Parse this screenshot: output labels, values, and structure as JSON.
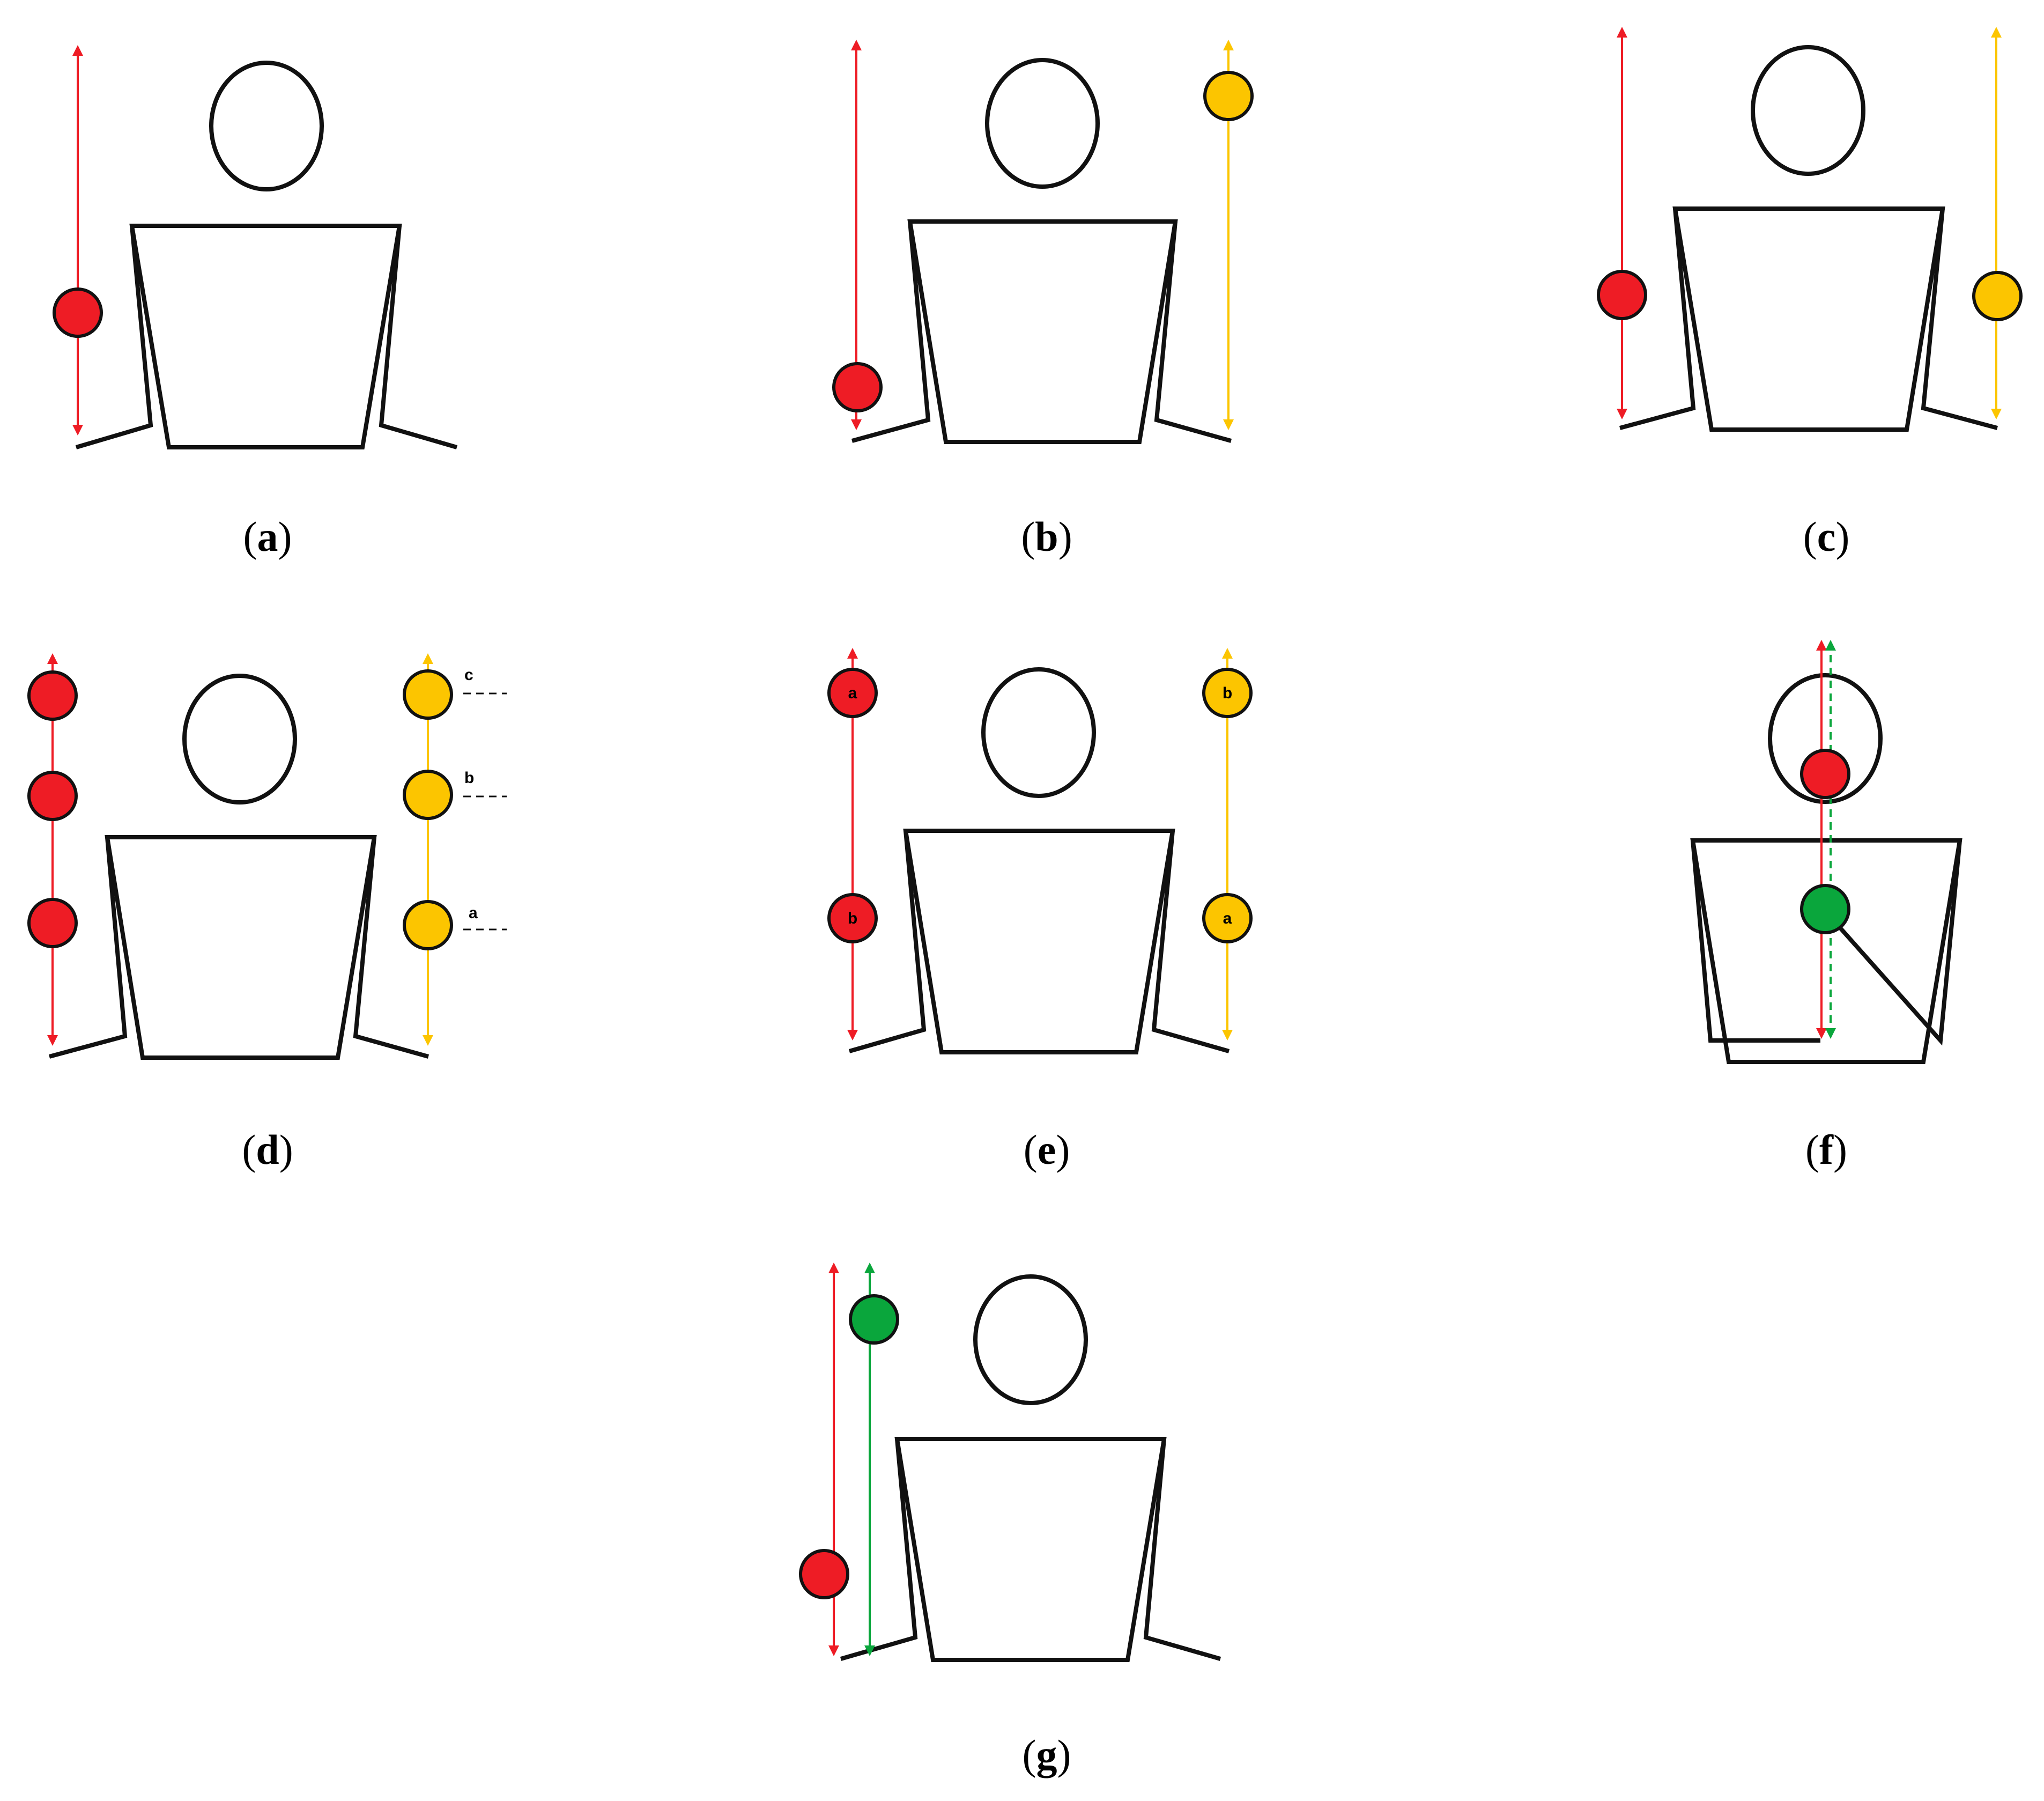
{
  "colors": {
    "red": "#ee1c25",
    "yellow": "#fcc500",
    "green": "#0aa63c",
    "outline": "#111111"
  },
  "panels": [
    {
      "id": "a",
      "caption": "a"
    },
    {
      "id": "b",
      "caption": "b"
    },
    {
      "id": "c",
      "caption": "c"
    },
    {
      "id": "d",
      "caption": "d",
      "labels": [
        "c",
        "b",
        "a"
      ]
    },
    {
      "id": "e",
      "caption": "e",
      "red_labels": [
        "a",
        "b"
      ],
      "yellow_labels": [
        "b",
        "a"
      ]
    },
    {
      "id": "f",
      "caption": "f"
    },
    {
      "id": "g",
      "caption": "g"
    }
  ]
}
